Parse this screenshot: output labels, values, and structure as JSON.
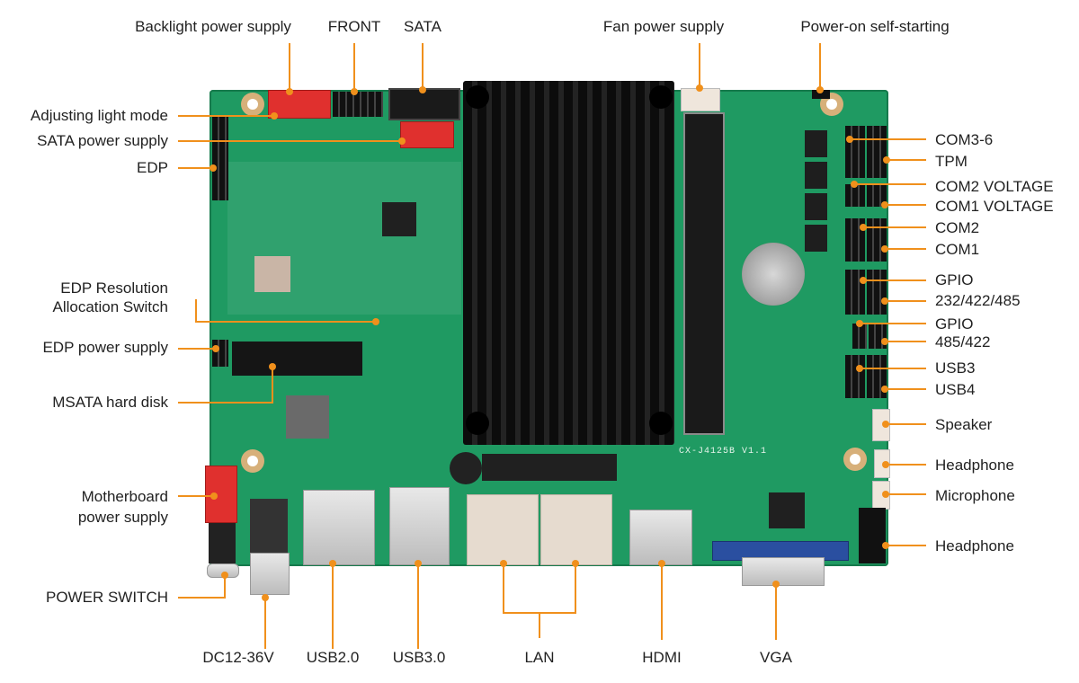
{
  "diagram": {
    "subject": "Industrial motherboard port layout",
    "board_marking": "CX-J4125B V1.1",
    "accent_color": "#f0901c",
    "board_color": "#1f9a62",
    "labels": {
      "top": [
        {
          "id": "backlight",
          "text": "Backlight power supply"
        },
        {
          "id": "front",
          "text": "FRONT"
        },
        {
          "id": "sata",
          "text": "SATA"
        },
        {
          "id": "fan",
          "text": "Fan power supply"
        },
        {
          "id": "poweron",
          "text": "Power-on self-starting"
        }
      ],
      "left": [
        {
          "id": "adjlight",
          "text": "Adjusting light mode"
        },
        {
          "id": "satapwr",
          "text": "SATA power supply"
        },
        {
          "id": "edp",
          "text": "EDP"
        },
        {
          "id": "edpres1",
          "text": "EDP Resolution"
        },
        {
          "id": "edpres2",
          "text": "Allocation Switch"
        },
        {
          "id": "edppwr",
          "text": "EDP power supply"
        },
        {
          "id": "msata",
          "text": "MSATA hard disk"
        },
        {
          "id": "mbpwr1",
          "text": "Motherboard"
        },
        {
          "id": "mbpwr2",
          "text": "power supply"
        },
        {
          "id": "pwrswitch",
          "text": "POWER SWITCH"
        }
      ],
      "right": [
        {
          "id": "com36",
          "text": "COM3-6"
        },
        {
          "id": "tpm",
          "text": "TPM"
        },
        {
          "id": "com2v",
          "text": "COM2 VOLTAGE"
        },
        {
          "id": "com1v",
          "text": "COM1 VOLTAGE"
        },
        {
          "id": "com2",
          "text": "COM2"
        },
        {
          "id": "com1",
          "text": "COM1"
        },
        {
          "id": "gpio1",
          "text": "GPIO"
        },
        {
          "id": "r232",
          "text": "232/422/485"
        },
        {
          "id": "gpio2",
          "text": "GPIO"
        },
        {
          "id": "r485",
          "text": "485/422"
        },
        {
          "id": "usb3",
          "text": "USB3"
        },
        {
          "id": "usb4",
          "text": "USB4"
        },
        {
          "id": "speaker",
          "text": "Speaker"
        },
        {
          "id": "headphone1",
          "text": "Headphone"
        },
        {
          "id": "mic",
          "text": "Microphone"
        },
        {
          "id": "headphone2",
          "text": "Headphone"
        }
      ],
      "bottom": [
        {
          "id": "dc",
          "text": "DC12-36V"
        },
        {
          "id": "usb20",
          "text": "USB2.0"
        },
        {
          "id": "usb30",
          "text": "USB3.0"
        },
        {
          "id": "lan",
          "text": "LAN"
        },
        {
          "id": "hdmi",
          "text": "HDMI"
        },
        {
          "id": "vga",
          "text": "VGA"
        }
      ]
    }
  }
}
